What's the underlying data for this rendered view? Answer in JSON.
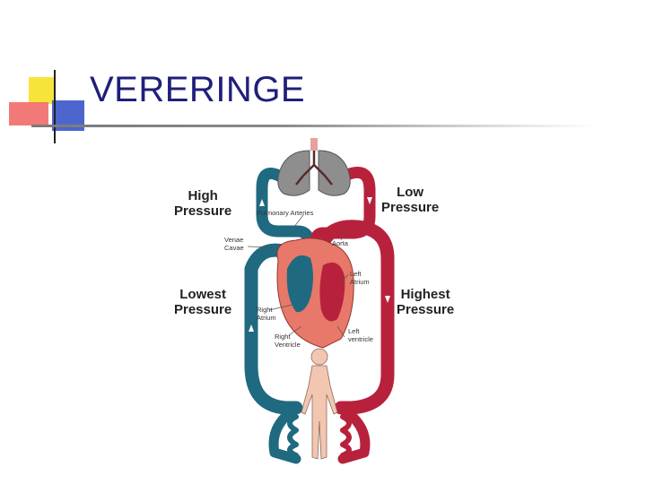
{
  "slide": {
    "title": "VERERINGE"
  },
  "diagram": {
    "pressure_labels": {
      "high": "High\nPressure",
      "low": "Low\nPressure",
      "lowest": "Lowest\nPressure",
      "highest": "Highest\nPressure"
    },
    "anatomy_labels": {
      "pulmonary_arteries": "Pulmonary Arteries",
      "venae_cavae": "Venae\nCavae",
      "aorta": "Aorta",
      "left_atrium": "Left\nAtrium",
      "right_atrium": "Right\nAtrium",
      "left_ventricle": "Left\nventricle",
      "right_ventricle": "Right\nVentricle"
    },
    "colors": {
      "deoxygenated": "#1f6a80",
      "oxygenated": "#b8213c",
      "heart": "#e8786a",
      "lungs": "#8e8e8e",
      "body": "#f3c6b2"
    }
  }
}
